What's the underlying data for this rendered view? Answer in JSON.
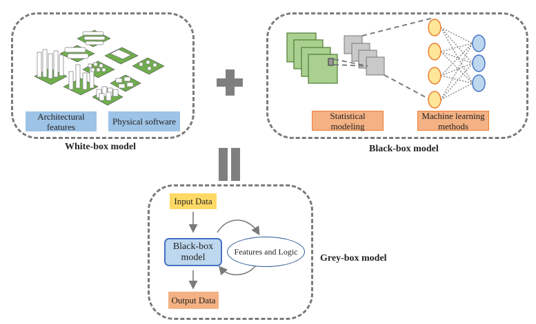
{
  "white_box": {
    "caption": "White-box model",
    "illustration": "city-blocks-icon",
    "labels": [
      "Architectural features",
      "Physical software"
    ]
  },
  "black_box": {
    "caption": "Black-box model",
    "illustration": "cnn-neural-network-icon",
    "labels": [
      "Statistical modeling",
      "Machine learning methods"
    ]
  },
  "operators": {
    "plus": "plus-icon",
    "equals": "equals-icon"
  },
  "grey_box": {
    "caption": "Grey-box model",
    "input": "Input Data",
    "model": "Black-box model",
    "features": "Features and Logic",
    "output": "Output Data"
  },
  "colors": {
    "dash_border": "#7a7a7a",
    "blue_label": "#9dc3e6",
    "orange_label": "#f4b183",
    "yellow_label": "#ffd966",
    "green_block": "#70ad47",
    "neuron_orange": "#ffe699",
    "neuron_blue": "#bdd7ee"
  }
}
